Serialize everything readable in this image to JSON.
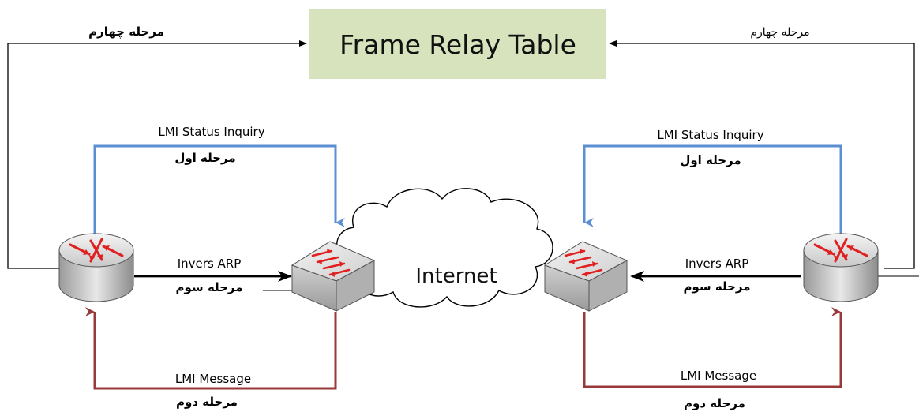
{
  "table": {
    "title": "Frame Relay Table",
    "fill": "#d6e3bc"
  },
  "cloud": {
    "label": "Internet"
  },
  "left": {
    "step4_label": "مرحله چهارم",
    "lmi_inquiry": "LMI Status Inquiry",
    "step1_label": "مرحله اول",
    "invarp": "Invers ARP",
    "step3_label": "مرحله سوم",
    "lmi_message": "LMI Message",
    "step2_label": "مرحله دوم"
  },
  "right": {
    "step4_label": "مرحله چهارم",
    "lmi_inquiry": "LMI Status Inquiry",
    "step1_label": "مرحله اول",
    "invarp": "Invers ARP",
    "step3_label": "مرحله سوم",
    "lmi_message": "LMI Message",
    "step2_label": "مرحله دوم"
  },
  "colors": {
    "inquiry": "#5b8fd2",
    "message": "#98393a",
    "arp": "#000000",
    "arrowRed": "#e02020"
  },
  "icons": [
    "router-icon",
    "frame-relay-switch-icon",
    "internet-cloud-icon"
  ]
}
